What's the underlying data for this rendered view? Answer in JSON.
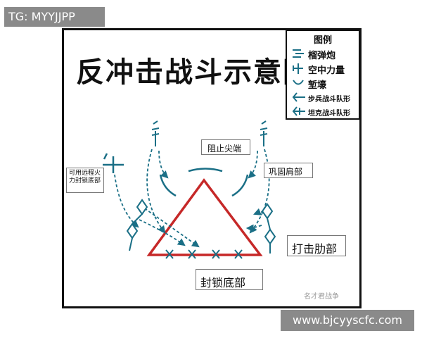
{
  "overlays": {
    "top_left": "TG: MYYJJPP",
    "bottom_right": "www.bjcyyscfc.com"
  },
  "title": "反冲击战斗示意图",
  "legend": {
    "title": "图例",
    "items": [
      {
        "label": "榴弹炮",
        "icon": "howitzer-icon"
      },
      {
        "label": "空中力量",
        "icon": "air-power-icon"
      },
      {
        "label": "堑壕",
        "icon": "trench-icon"
      },
      {
        "label": "步兵战斗队形",
        "icon": "infantry-formation-icon"
      },
      {
        "label": "坦克战斗队形",
        "icon": "tank-formation-icon"
      }
    ]
  },
  "labels": {
    "block_tip": "阻止尖端",
    "consolidate_shoulder": "巩固肩部",
    "strike_flank": "打击肋部",
    "block_base": "封锁底部",
    "long_range_fire": "可用远程火力封锁底部",
    "watermark": "名才君战争"
  },
  "colors": {
    "triangle": "#c62828",
    "symbols": "#1a6f86",
    "arrows": "#1a6f86"
  }
}
